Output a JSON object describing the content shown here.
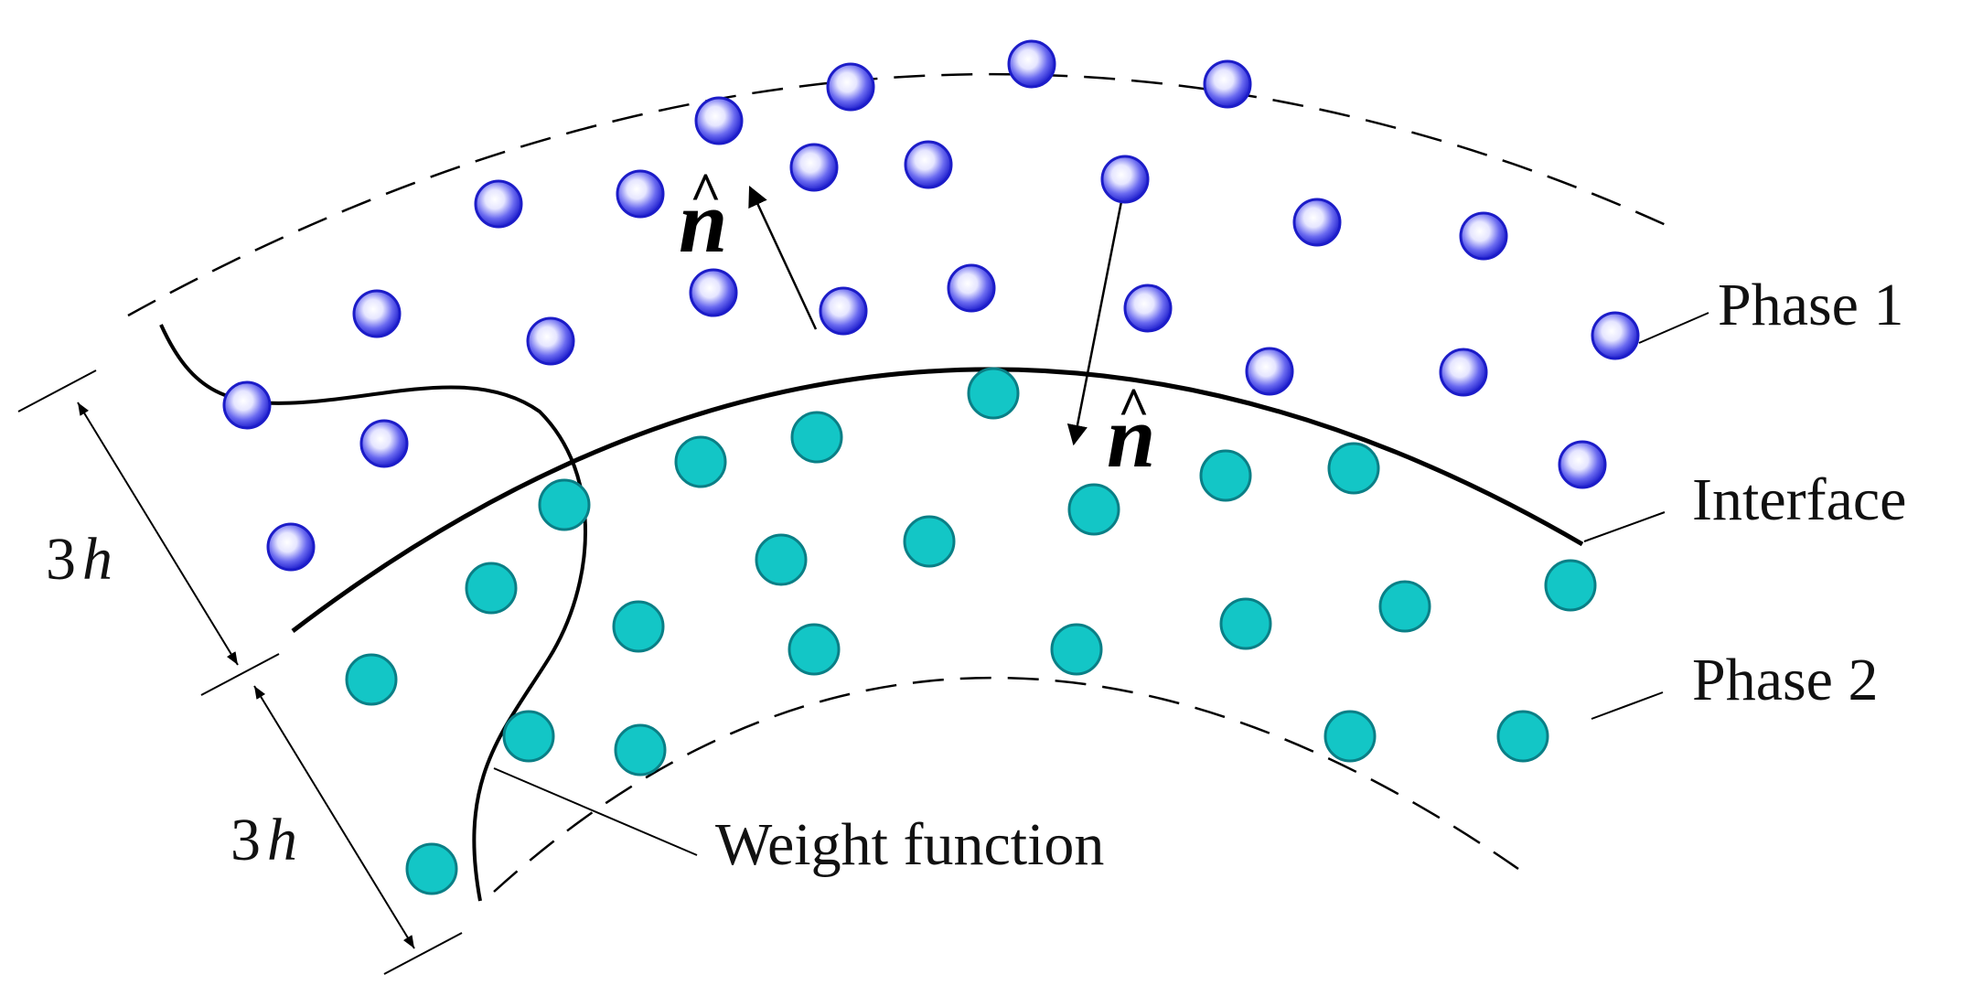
{
  "labels": {
    "phase1": "Phase 1",
    "interface": "Interface",
    "phase2": "Phase 2",
    "weight_function": "Weight function",
    "dim_upper_num": "3",
    "dim_upper_var": "h",
    "dim_lower_num": "3",
    "dim_lower_var": "h",
    "normal_left_base": "n",
    "normal_left_hat": "^",
    "normal_right_base": "n",
    "normal_right_hat": "^"
  },
  "colors": {
    "phase1_particle": "#2a2ad6",
    "phase2_particle": "#13c6c6",
    "line": "#000000"
  }
}
